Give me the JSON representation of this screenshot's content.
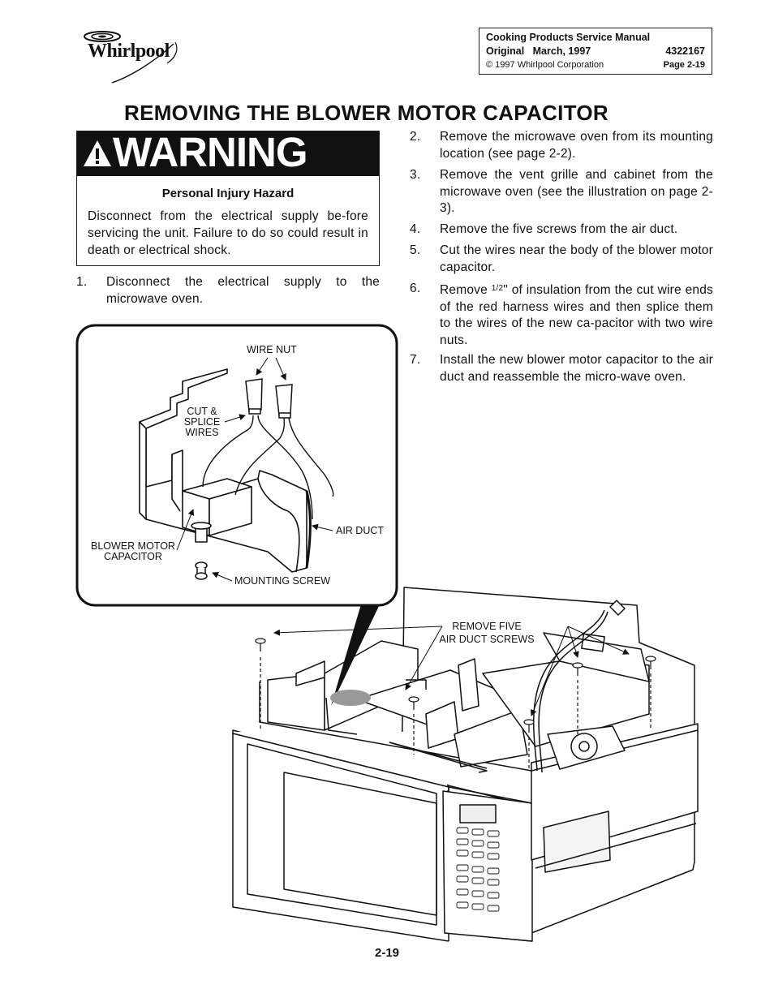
{
  "brand": {
    "logo_text": "Whirlpool"
  },
  "header": {
    "manual_title": "Cooking Products Service Manual",
    "edition": "Original   March, 1997",
    "part_number": "4322167",
    "copyright": "© 1997 Whirlpool Corporation",
    "page": "Page 2-19"
  },
  "title": "REMOVING THE BLOWER MOTOR CAPACITOR",
  "warning": {
    "heading": "WARNING",
    "subheading": "Personal Injury Hazard",
    "body": "Disconnect from the electrical supply be-fore servicing the unit. Failure to do so could result in death or electrical shock."
  },
  "steps": [
    {
      "num": "1.",
      "text": "Disconnect the electrical supply to the microwave oven."
    },
    {
      "num": "2.",
      "text": "Remove the microwave oven from its mounting location (see page 2-2)."
    },
    {
      "num": "3.",
      "text": "Remove the vent grille and cabinet from the microwave oven (see the illustration on page 2-3)."
    },
    {
      "num": "4.",
      "text": "Remove the five screws from the air duct."
    },
    {
      "num": "5.",
      "text": "Cut the wires near the body of the blower motor capacitor."
    },
    {
      "num": "6.",
      "prefix": "Remove ",
      "fraction": "1/2",
      "suffix": "\" of insulation from the cut wire ends of the red harness wires and then splice them to the wires of the new ca-pacitor with two wire nuts."
    },
    {
      "num": "7.",
      "text": "Install the new blower motor capacitor to the air duct and reassemble the micro-wave oven."
    }
  ],
  "labels": {
    "wire_nut": "WIRE NUT",
    "cut_splice": [
      "CUT &",
      "SPLICE",
      "WIRES"
    ],
    "air_duct": "AIR DUCT",
    "blower_capacitor": [
      "BLOWER MOTOR",
      "CAPACITOR"
    ],
    "mounting_screw": "MOUNTING SCREW",
    "remove_five": [
      "REMOVE FIVE",
      "AIR DUCT SCREWS"
    ]
  },
  "page_number": "2-19"
}
